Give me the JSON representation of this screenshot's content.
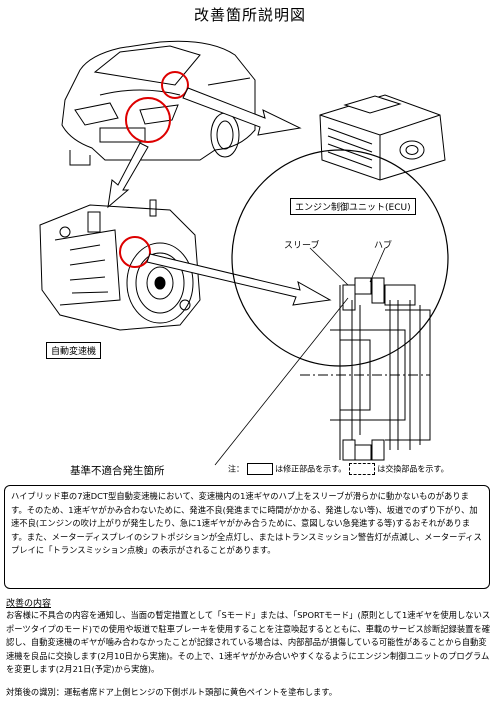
{
  "page": {
    "title": "改善箇所説明図"
  },
  "labels": {
    "ecu": "エンジン制御ユニット(ECU)",
    "transmission": "自動変速機",
    "sleeve": "スリーブ",
    "hub": "ハブ",
    "defect_location": "基準不適合発生箇所"
  },
  "note": {
    "prefix": "注：",
    "solid_text": "は修正部品を示す。",
    "dashed_text": "は交換部品を示す。"
  },
  "description": "ハイブリッド車の7速DCT型自動変速機において、変速機内の1速ギヤのハブ上をスリーブが滑らかに動かないものがあります。そのため、1速ギヤがかみ合わないために、発進不良(発進までに時間がかかる、発進しない等)、坂道でのずり下がり、加速不良(エンジンの吹け上がりが発生したり、急に1速ギヤがかみ合うために、意図しない急発進する等)するおそれがあります。また、メーターディスプレイのシフトポジションが全点灯し、またはトランスミッション警告灯が点滅し、メーターディスプレイに「トランスミッション点検」の表示がされることがあります。",
  "improvement": {
    "heading": "改善の内容",
    "body": "お客様に不具合の内容を通知し、当面の暫定措置として「Sモード」または、「SPORTモード」(原則として1速ギヤを使用しないスポーツタイプのモード)での使用や坂道で駐車ブレーキを使用することを注意喚起するとともに、車載のサービス診断記録装置を確認し、自動変速機のギヤが噛み合わなかったことが記録されている場合は、内部部品が損傷している可能性があることから自動変速機を良品に交換します(2月10日から実施)。その上で、1速ギヤがかみ合いやすくなるようにエンジン制御ユニットのプログラムを変更します(2月21日(予定)から実施)。"
  },
  "identification": {
    "text": "対策後の識別：運転者席ドア上側ヒンジの下側ボルト頭部に黄色ペイントを塗布します。"
  }
}
